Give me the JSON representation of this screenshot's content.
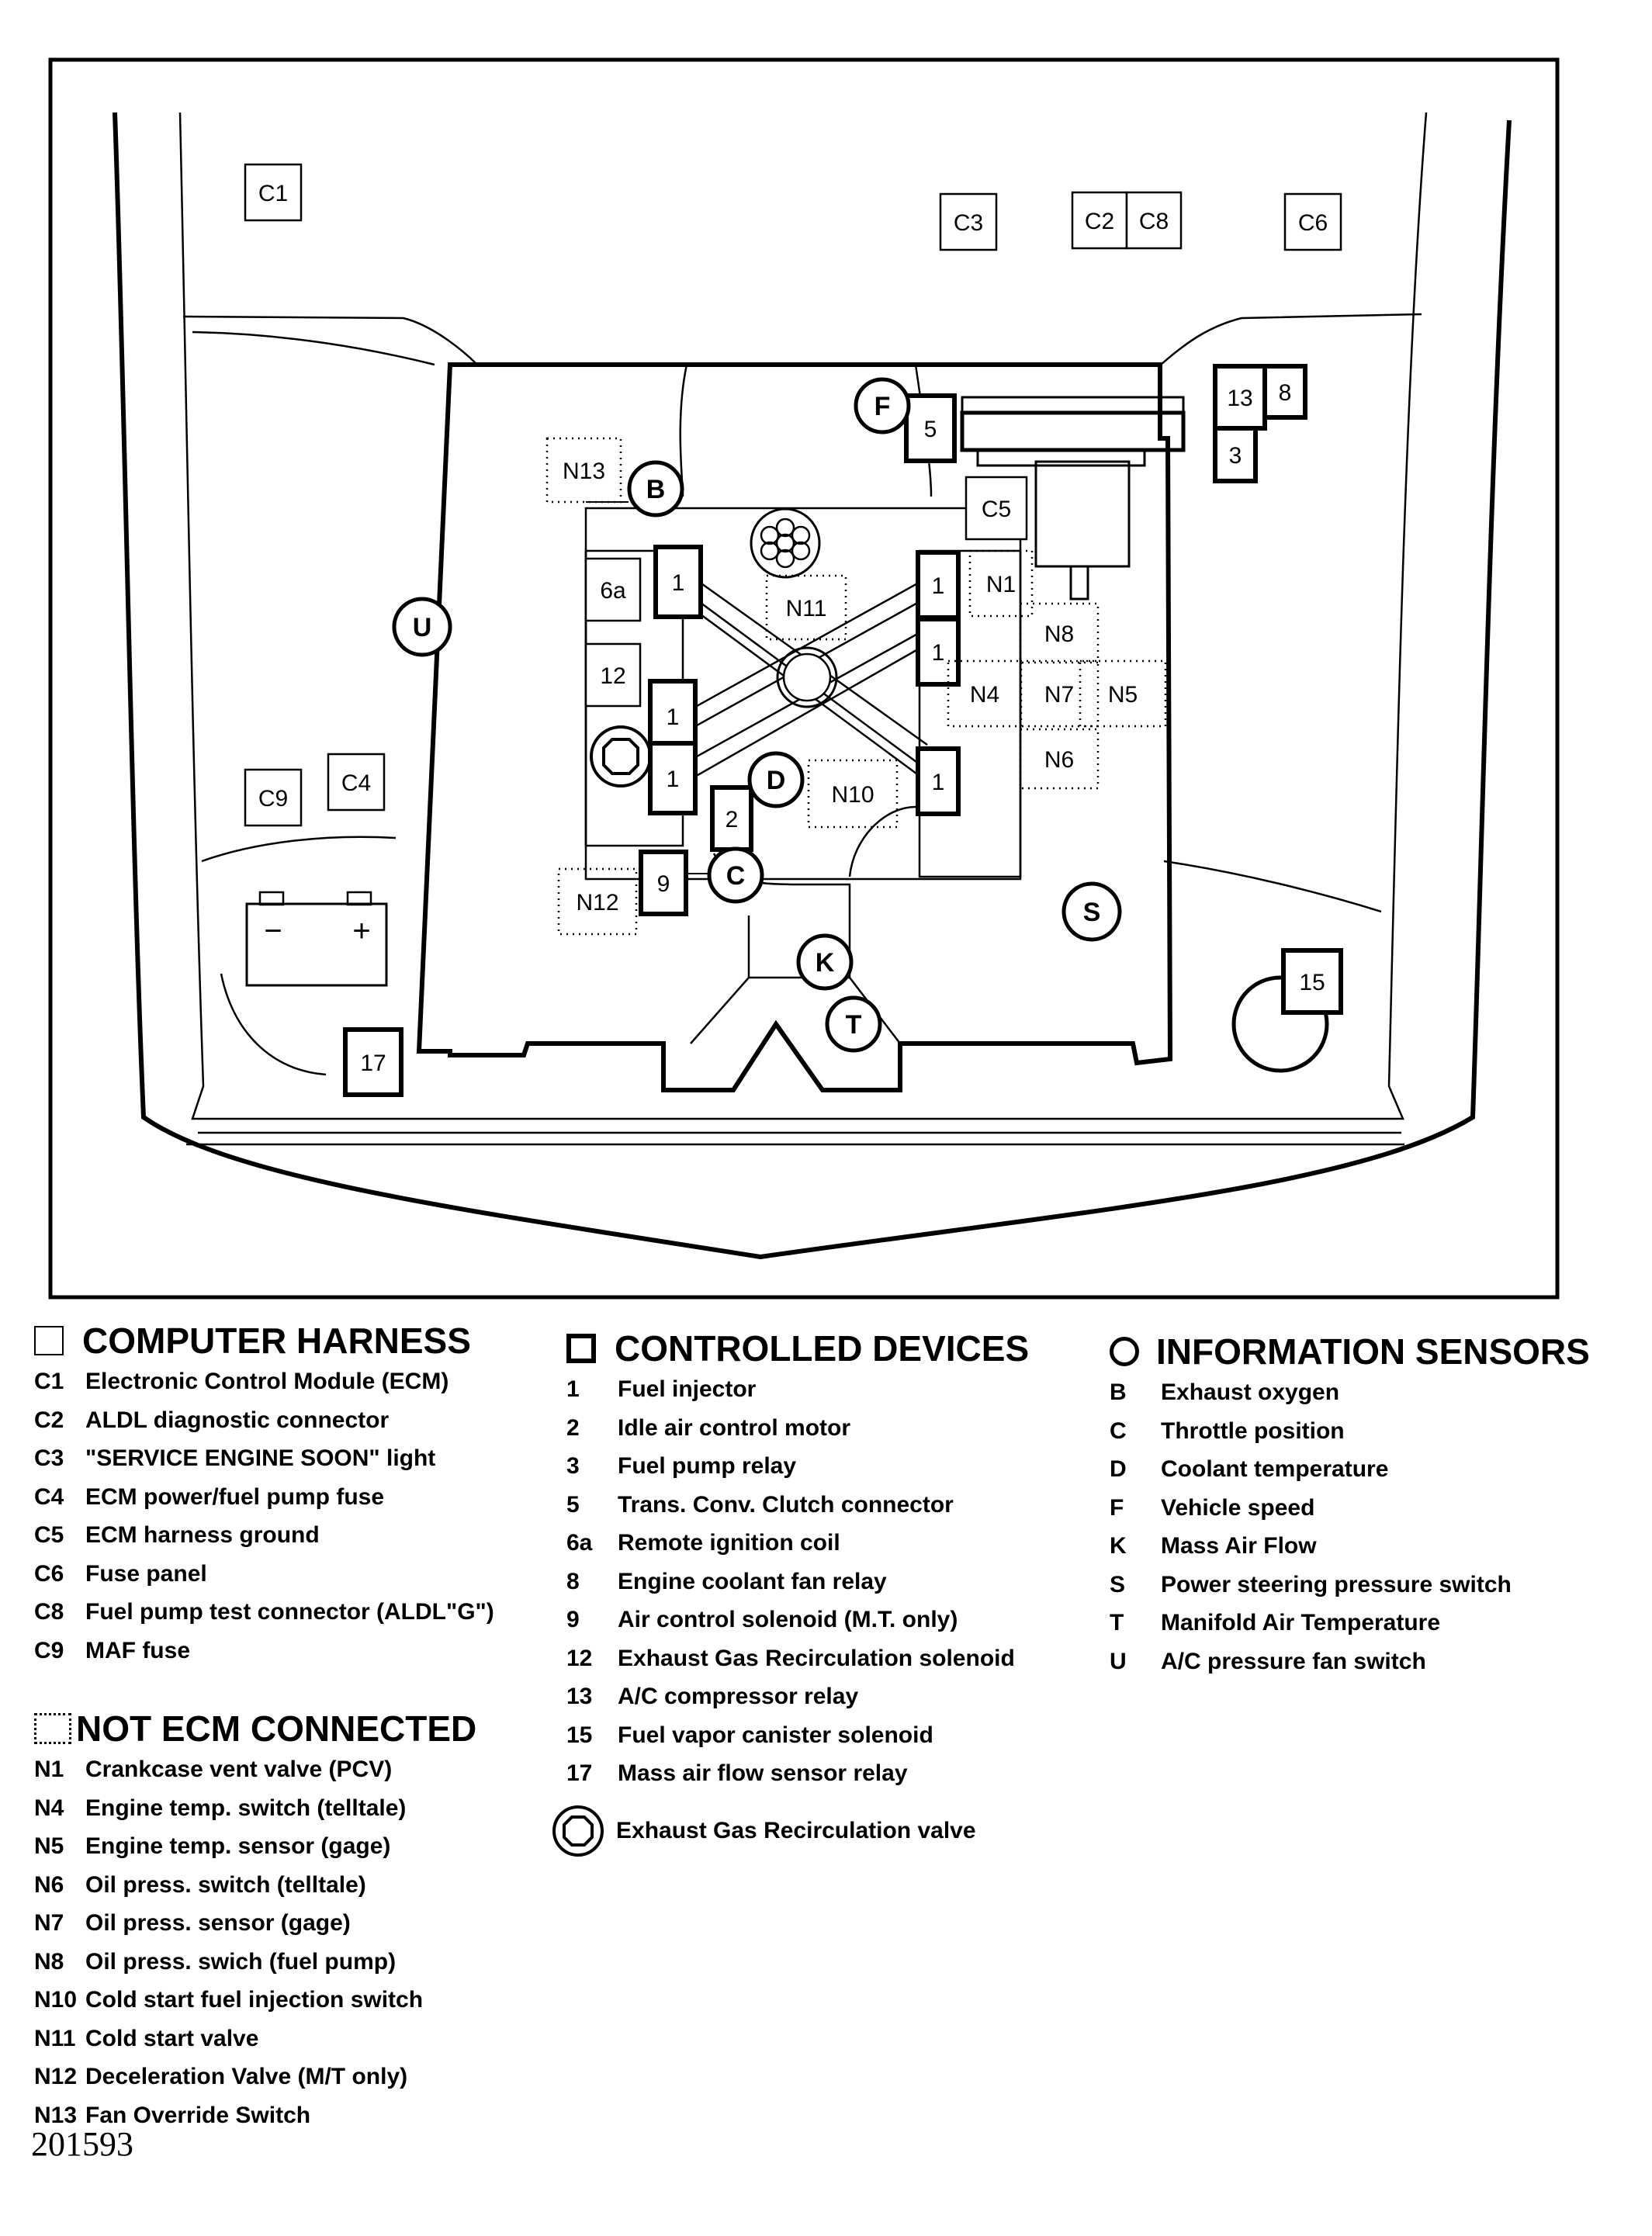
{
  "diagram": {
    "computer_harness_boxes": [
      {
        "id": "C1",
        "label": "C1"
      },
      {
        "id": "C3",
        "label": "C3"
      },
      {
        "id": "C2",
        "label": "C2"
      },
      {
        "id": "C8",
        "label": "C8"
      },
      {
        "id": "C6",
        "label": "C6"
      },
      {
        "id": "C5",
        "label": "C5"
      },
      {
        "id": "C9",
        "label": "C9"
      },
      {
        "id": "C4",
        "label": "C4"
      },
      {
        "id": "6a",
        "label": "6a"
      },
      {
        "id": "12",
        "label": "12"
      }
    ],
    "controlled_device_boxes": [
      {
        "id": "5",
        "label": "5"
      },
      {
        "id": "13",
        "label": "13"
      },
      {
        "id": "8",
        "label": "8"
      },
      {
        "id": "3",
        "label": "3"
      },
      {
        "id": "1a",
        "label": "1"
      },
      {
        "id": "1b",
        "label": "1"
      },
      {
        "id": "1c",
        "label": "1"
      },
      {
        "id": "1d",
        "label": "1"
      },
      {
        "id": "1e",
        "label": "1"
      },
      {
        "id": "1f",
        "label": "1"
      },
      {
        "id": "2",
        "label": "2"
      },
      {
        "id": "9",
        "label": "9"
      },
      {
        "id": "17",
        "label": "17"
      },
      {
        "id": "15",
        "label": "15"
      }
    ],
    "not_ecm_boxes": [
      {
        "id": "N13",
        "label": "N13"
      },
      {
        "id": "N11",
        "label": "N11"
      },
      {
        "id": "N1",
        "label": "N1"
      },
      {
        "id": "N8",
        "label": "N8"
      },
      {
        "id": "N4",
        "label": "N4"
      },
      {
        "id": "N7",
        "label": "N7"
      },
      {
        "id": "N5",
        "label": "N5"
      },
      {
        "id": "N6",
        "label": "N6"
      },
      {
        "id": "N10",
        "label": "N10"
      },
      {
        "id": "N12",
        "label": "N12"
      }
    ],
    "sensor_circles": [
      {
        "id": "F",
        "label": "F"
      },
      {
        "id": "B",
        "label": "B"
      },
      {
        "id": "U",
        "label": "U"
      },
      {
        "id": "D",
        "label": "D"
      },
      {
        "id": "C",
        "label": "C"
      },
      {
        "id": "K",
        "label": "K"
      },
      {
        "id": "T",
        "label": "T"
      },
      {
        "id": "S",
        "label": "S"
      }
    ],
    "battery": {
      "minus": "−",
      "plus": "+"
    }
  },
  "legend": {
    "computer_harness": {
      "title": "COMPUTER HARNESS",
      "items": [
        {
          "code": "C1",
          "text": "Electronic Control Module (ECM)"
        },
        {
          "code": "C2",
          "text": "ALDL diagnostic connector"
        },
        {
          "code": "C3",
          "text": "\"SERVICE ENGINE SOON\" light"
        },
        {
          "code": "C4",
          "text": "ECM power/fuel pump fuse"
        },
        {
          "code": "C5",
          "text": "ECM harness ground"
        },
        {
          "code": "C6",
          "text": "Fuse panel"
        },
        {
          "code": "C8",
          "text": "Fuel pump test connector (ALDL\"G\")"
        },
        {
          "code": "C9",
          "text": "MAF fuse"
        }
      ]
    },
    "not_ecm_connected": {
      "title": "NOT ECM CONNECTED",
      "items": [
        {
          "code": "N1",
          "text": "Crankcase vent valve (PCV)"
        },
        {
          "code": "N4",
          "text": "Engine temp. switch (telltale)"
        },
        {
          "code": "N5",
          "text": "Engine temp. sensor (gage)"
        },
        {
          "code": "N6",
          "text": "Oil press. switch (telltale)"
        },
        {
          "code": "N7",
          "text": "Oil press. sensor (gage)"
        },
        {
          "code": "N8",
          "text": "Oil press. swich (fuel pump)"
        },
        {
          "code": "N10",
          "text": "Cold start fuel injection switch"
        },
        {
          "code": "N11",
          "text": "Cold start valve"
        },
        {
          "code": "N12",
          "text": "Deceleration Valve (M/T only)"
        },
        {
          "code": "N13",
          "text": "Fan Override Switch"
        }
      ]
    },
    "controlled_devices": {
      "title": "CONTROLLED DEVICES",
      "items": [
        {
          "code": "1",
          "text": "Fuel injector"
        },
        {
          "code": "2",
          "text": "Idle air control motor"
        },
        {
          "code": "3",
          "text": "Fuel pump relay"
        },
        {
          "code": "5",
          "text": "Trans. Conv. Clutch connector"
        },
        {
          "code": "6a",
          "text": "Remote ignition coil"
        },
        {
          "code": "8",
          "text": "Engine coolant fan relay"
        },
        {
          "code": "9",
          "text": "Air control solenoid (M.T. only)"
        },
        {
          "code": "12",
          "text": "Exhaust Gas Recirculation solenoid"
        },
        {
          "code": "13",
          "text": "A/C compressor relay"
        },
        {
          "code": "15",
          "text": "Fuel vapor canister solenoid"
        },
        {
          "code": "17",
          "text": "Mass air flow sensor relay"
        }
      ],
      "egr_valve": "Exhaust Gas Recirculation valve"
    },
    "information_sensors": {
      "title": "INFORMATION SENSORS",
      "items": [
        {
          "code": "B",
          "text": "Exhaust oxygen"
        },
        {
          "code": "C",
          "text": "Throttle position"
        },
        {
          "code": "D",
          "text": "Coolant temperature"
        },
        {
          "code": "F",
          "text": "Vehicle speed"
        },
        {
          "code": "K",
          "text": "Mass Air Flow"
        },
        {
          "code": "S",
          "text": "Power steering pressure switch"
        },
        {
          "code": "T",
          "text": "Manifold Air Temperature"
        },
        {
          "code": "U",
          "text": "A/C pressure fan switch"
        }
      ]
    }
  },
  "figure_number": "201593"
}
